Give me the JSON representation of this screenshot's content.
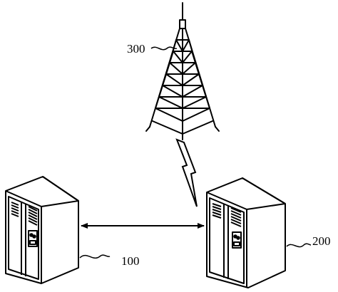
{
  "diagram": {
    "nodes": [
      {
        "id": "tower",
        "icon": "transmission-tower-icon",
        "label": "300"
      },
      {
        "id": "server_left",
        "icon": "server-cabinet-icon",
        "label": "100"
      },
      {
        "id": "server_right",
        "icon": "server-cabinet-icon",
        "label": "200"
      }
    ],
    "edges": [
      {
        "from": "server_left",
        "to": "server_right",
        "style": "double-arrow"
      },
      {
        "from": "tower",
        "to": "server_right",
        "style": "wireless-zigzag"
      }
    ],
    "colors": {
      "line": "#000000",
      "background": "#ffffff"
    }
  }
}
